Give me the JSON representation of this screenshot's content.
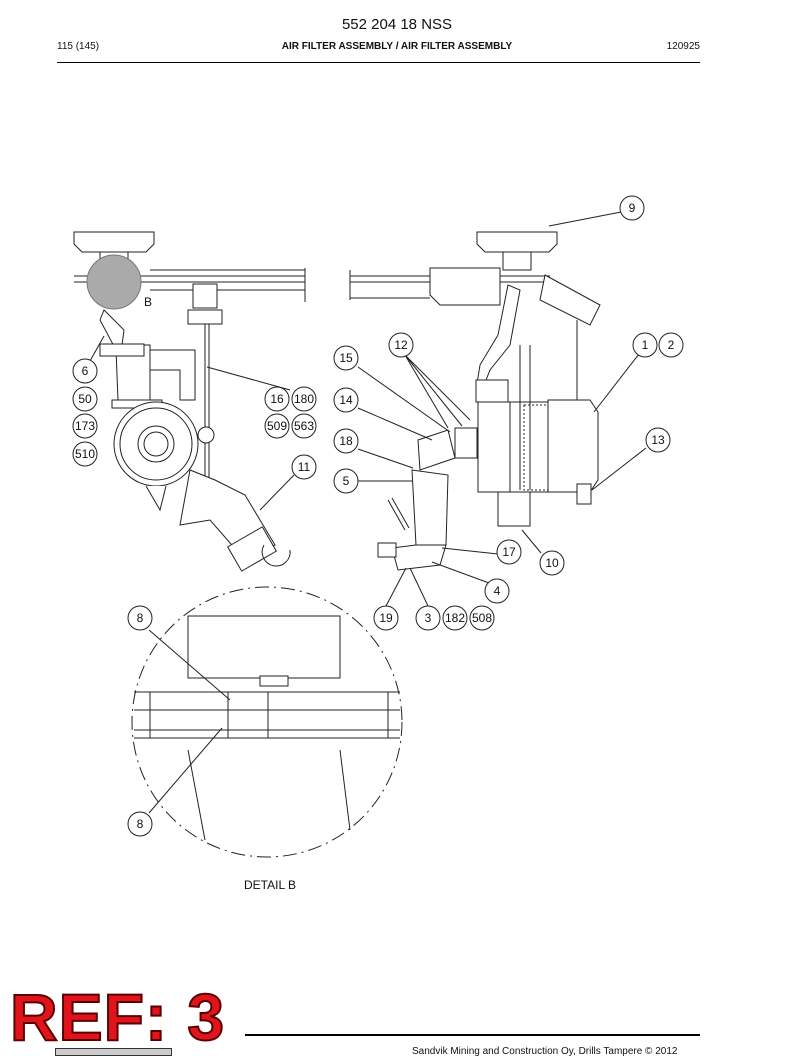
{
  "header": {
    "doc_number": "552 204 18 NSS",
    "page_counter": "115 (145)",
    "title": "AIR FILTER ASSEMBLY / AIR FILTER ASSEMBLY",
    "revision": "120925"
  },
  "drawing": {
    "detail_marker": "B",
    "detail_title": "DETAIL B",
    "callouts": [
      "9",
      "1",
      "2",
      "12",
      "15",
      "14",
      "18",
      "5",
      "13",
      "11",
      "6",
      "50",
      "173",
      "510",
      "16",
      "180",
      "509",
      "563",
      "17",
      "10",
      "4",
      "19",
      "3",
      "182",
      "508",
      "8",
      "8"
    ]
  },
  "ref_badge": "REF: 3",
  "footer": {
    "copyright": "Sandvik Mining and Construction Oy, Drills Tampere © 2012"
  }
}
